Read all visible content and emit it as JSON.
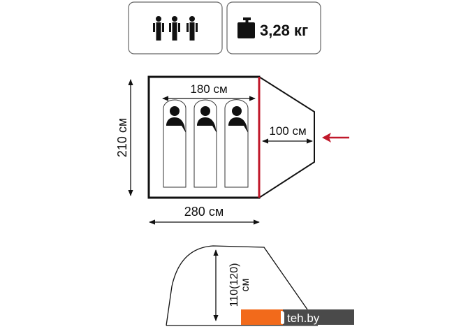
{
  "specs": {
    "capacity_icon": "three-persons-icon",
    "weight_icon": "weight-icon",
    "weight": "3,28 кг"
  },
  "plan": {
    "sleeping_width": "180 см",
    "vestibule_depth": "100 см",
    "depth": "210 см",
    "length": "280 см",
    "entrance_icon": "arrow-left-icon"
  },
  "profile": {
    "height": "110(120)",
    "height_unit": "см"
  },
  "watermark": {
    "text": "teh.by"
  },
  "colors": {
    "accent": "#c0182a",
    "watermark_orange": "#f26a1b",
    "watermark_gray": "#4a4a4a"
  }
}
